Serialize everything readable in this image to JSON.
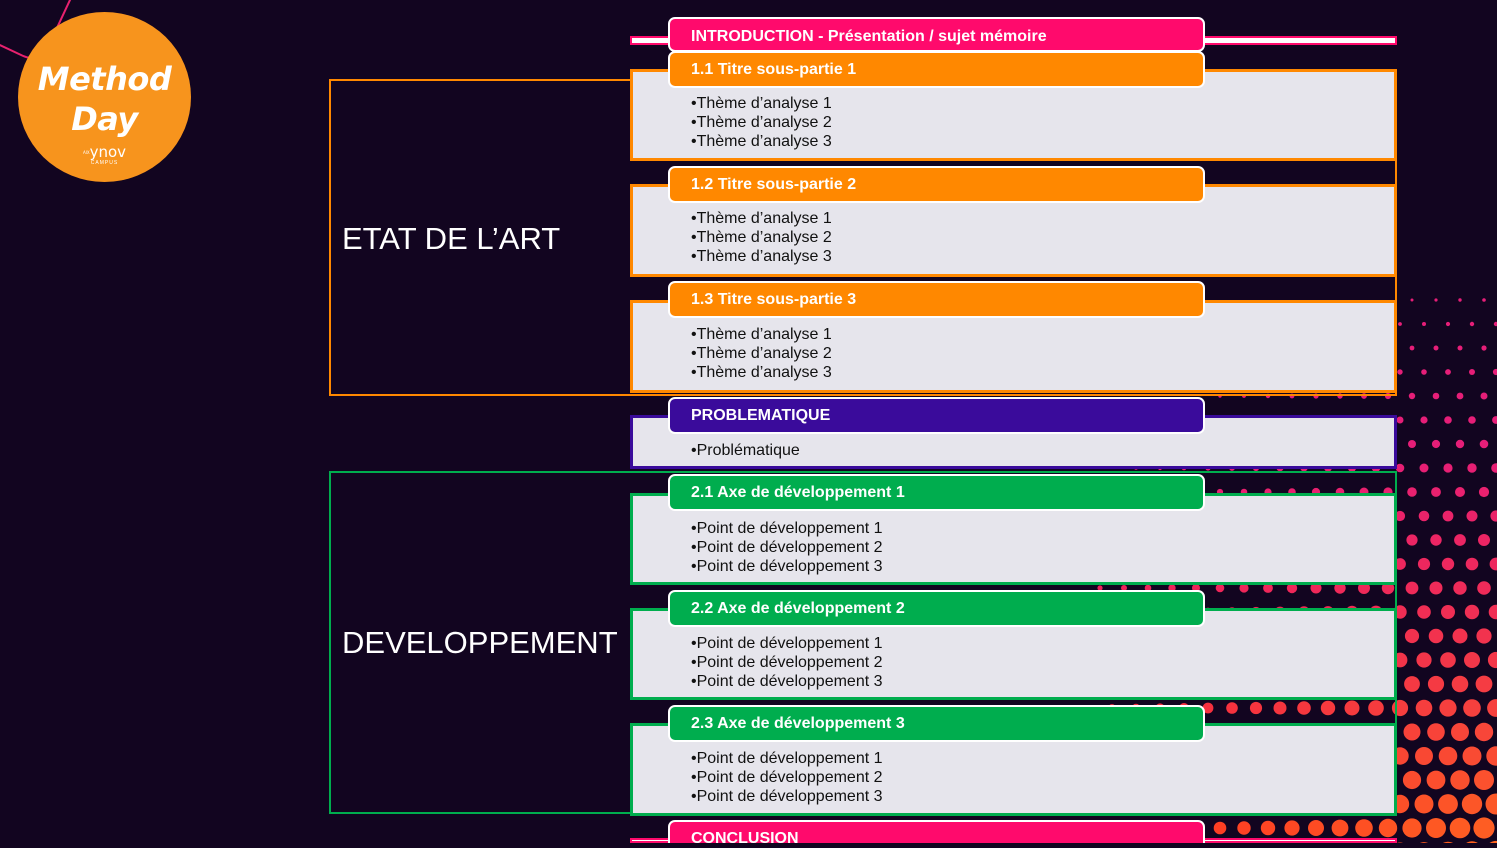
{
  "colors": {
    "background": "#120520",
    "intro": "#ff0a6c",
    "etat": "#ff8800",
    "probleme": "#3a0b9b",
    "developpement": "#00ad4e",
    "logo": "#f7941d"
  },
  "logo": {
    "line1": "Method",
    "line2": "Day",
    "brand": "ynov",
    "brand_small": "AIX",
    "brand_sub": "CAMPUS"
  },
  "introduction": {
    "label": "INTRODUCTION - Présentation  / sujet mémoire"
  },
  "etat_de_lart": {
    "title": "ETAT DE L’ART",
    "parts": [
      {
        "label": "1.1 Titre sous-partie 1",
        "items": [
          "•Thème d’analyse 1",
          "•Thème d’analyse 2",
          "•Thème d’analyse 3"
        ]
      },
      {
        "label": "1.2 Titre sous-partie 2",
        "items": [
          "•Thème d’analyse 1",
          "•Thème d’analyse 2",
          "•Thème d’analyse 3"
        ]
      },
      {
        "label": "1.3 Titre sous-partie 3",
        "items": [
          "•Thème d’analyse 1",
          "•Thème d’analyse 2",
          "•Thème d’analyse 3"
        ]
      }
    ]
  },
  "problematique": {
    "label": "PROBLEMATIQUE",
    "items": [
      "•Problématique"
    ]
  },
  "developpement": {
    "title": "DEVELOPPEMENT",
    "parts": [
      {
        "label": "2.1 Axe de développement 1",
        "items": [
          "•Point de développement 1",
          "•Point de développement 2",
          "•Point de développement 3"
        ]
      },
      {
        "label": "2.2 Axe de développement 2",
        "items": [
          "•Point de développement 1",
          "•Point de développement 2",
          "•Point de développement 3"
        ]
      },
      {
        "label": "2.3 Axe de développement 3",
        "items": [
          "•Point de développement 1",
          "•Point de développement 2",
          "•Point de développement 3"
        ]
      }
    ]
  },
  "conclusion": {
    "label": "CONCLUSION"
  }
}
